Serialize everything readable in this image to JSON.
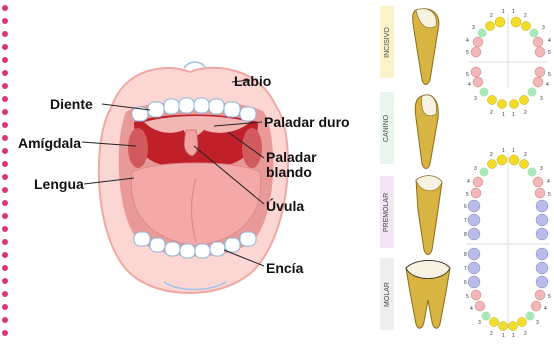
{
  "mouth_labels": {
    "labio": "Labio",
    "diente": "Diente",
    "paladar_duro": "Paladar duro",
    "amigdala": "Amígdala",
    "paladar_blando_1": "Paladar",
    "paladar_blando_2": "blando",
    "lengua": "Lengua",
    "uvula": "Úvula",
    "encia": "Encía"
  },
  "tooth_types": [
    {
      "label": "INCISIVO",
      "color": "#fbf3c8"
    },
    {
      "label": "CANINO",
      "color": "#e8f6ee"
    },
    {
      "label": "PREMOLAR",
      "color": "#f2e6f4"
    },
    {
      "label": "MOLAR",
      "color": "#eeeeee"
    }
  ],
  "arch_numbers": {
    "one": "1",
    "two": "2",
    "three": "3",
    "four": "4",
    "five": "5",
    "six": "6",
    "seven": "7",
    "eight": "8"
  },
  "colors": {
    "dots": "#e0357a",
    "incisor": "#f2dc2a",
    "canine": "#a8e7b6",
    "premolar": "#f2b7b7",
    "molar": "#b9bbe8",
    "tooth_gold": "#d8b542"
  }
}
